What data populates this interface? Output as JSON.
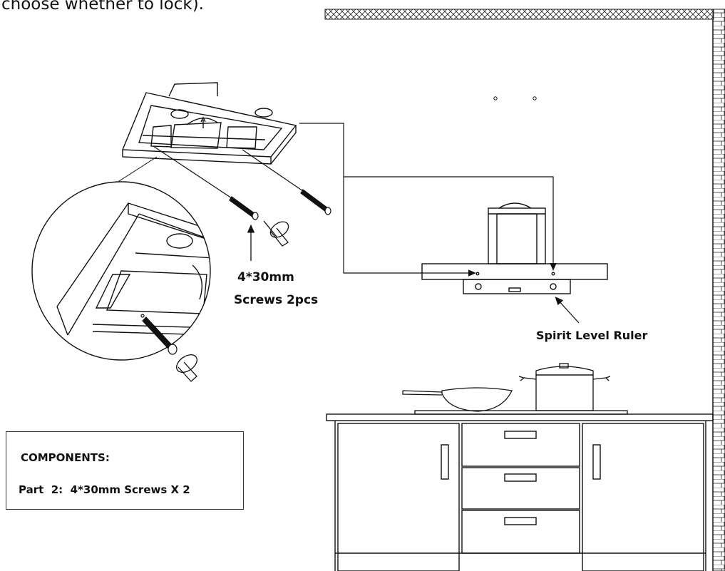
{
  "intro_text": "choose whether to lock).",
  "labels": {
    "screws_line1": "4*30mm",
    "screws_line2": "Screws 2pcs",
    "spirit_level": "Spirit Level Ruler"
  },
  "components": {
    "title": "COMPONENTS:",
    "item": "Part  2:  4*30mm Screws X 2"
  }
}
